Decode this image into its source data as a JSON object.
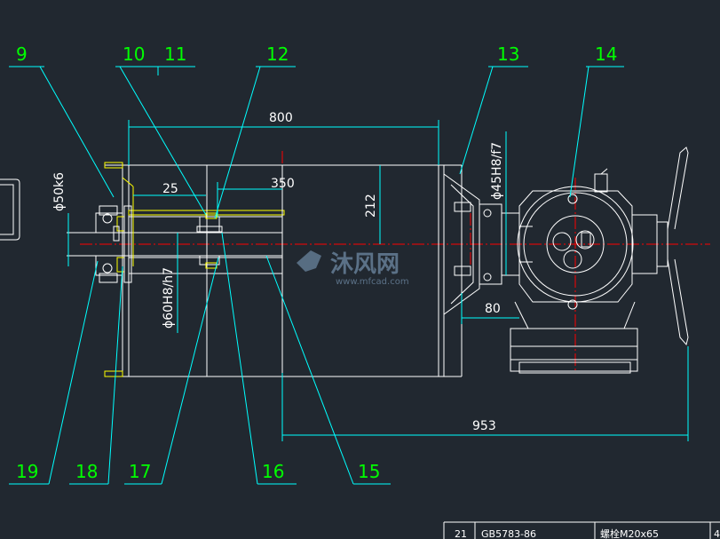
{
  "callouts": [
    "9",
    "10",
    "11",
    "12",
    "13",
    "14",
    "15",
    "16",
    "17",
    "18",
    "19"
  ],
  "dimensions": {
    "overall_width": "800",
    "offset_25": "25",
    "offset_350": "350",
    "height_212": "212",
    "dia_50": "ϕ50k6",
    "dia_60": "ϕ60H8/h7",
    "dia_45": "ϕ45H8/f7",
    "width_80": "80",
    "length_953": "953"
  },
  "watermark": {
    "brand": "沐风网",
    "url": "www.mfcad.com"
  },
  "parts_table": {
    "row": [
      "21",
      "GB5783-86",
      "螺栓M20x65",
      "4"
    ]
  },
  "colors": {
    "background": "#212830",
    "outline": "#ffffff",
    "leader": "#00ffff",
    "callout_text": "#00ff00",
    "centerline": "#ff0000",
    "highlight": "#ffff00"
  }
}
